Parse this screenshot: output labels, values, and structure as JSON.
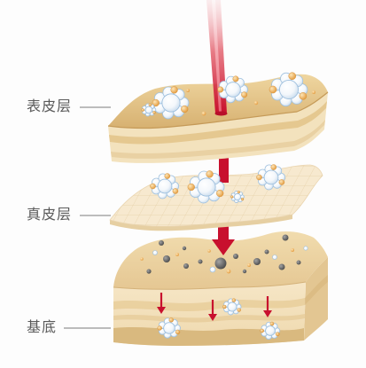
{
  "labels": {
    "epidermis": "表皮层",
    "dermis": "真皮层",
    "base": "基底"
  },
  "colors": {
    "laser": "#c8102e",
    "epidermis_surface": "#e3c283",
    "dermis_sheet": "#f7e9cf",
    "base_surface": "#ecd3a3",
    "particle": "#ffffff",
    "particle_edge": "#9fc0de",
    "accent_bead": "#e39a3c",
    "dark_particle": "#555555",
    "label_text": "#5a5a5a"
  }
}
